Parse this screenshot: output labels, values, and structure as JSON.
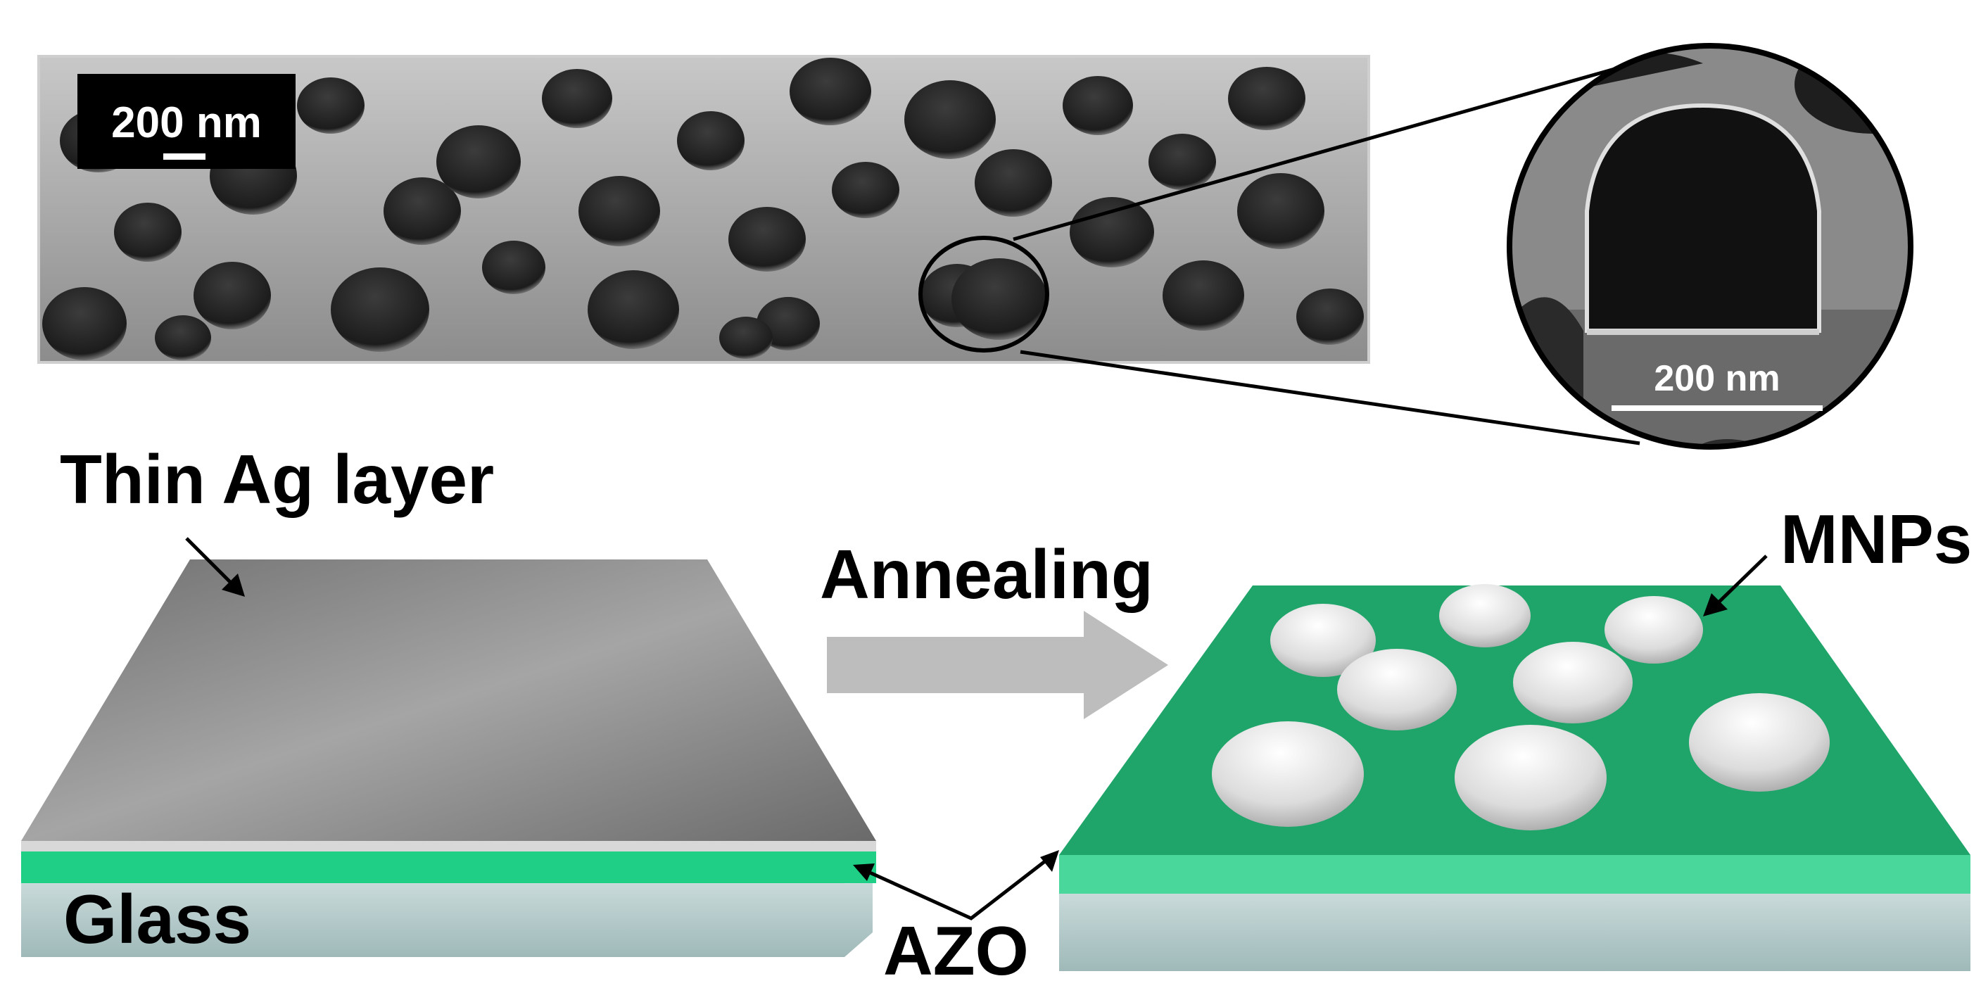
{
  "sem": {
    "scale_bar_main": "200 nm",
    "scale_bar_inset": "200 nm"
  },
  "labels": {
    "thin_ag_layer": "Thin Ag layer",
    "annealing": "Annealing",
    "mnps": "MNPs",
    "glass": "Glass",
    "azo": "AZO"
  },
  "colors": {
    "azo_layer": "#1fcf86",
    "glass": "#b8cfcf",
    "ag_film": "#8a8a8a",
    "substrate_green": "#1fa56a",
    "arrow_gray": "#bdbdbd",
    "sem_background": "#9c9c9c"
  }
}
